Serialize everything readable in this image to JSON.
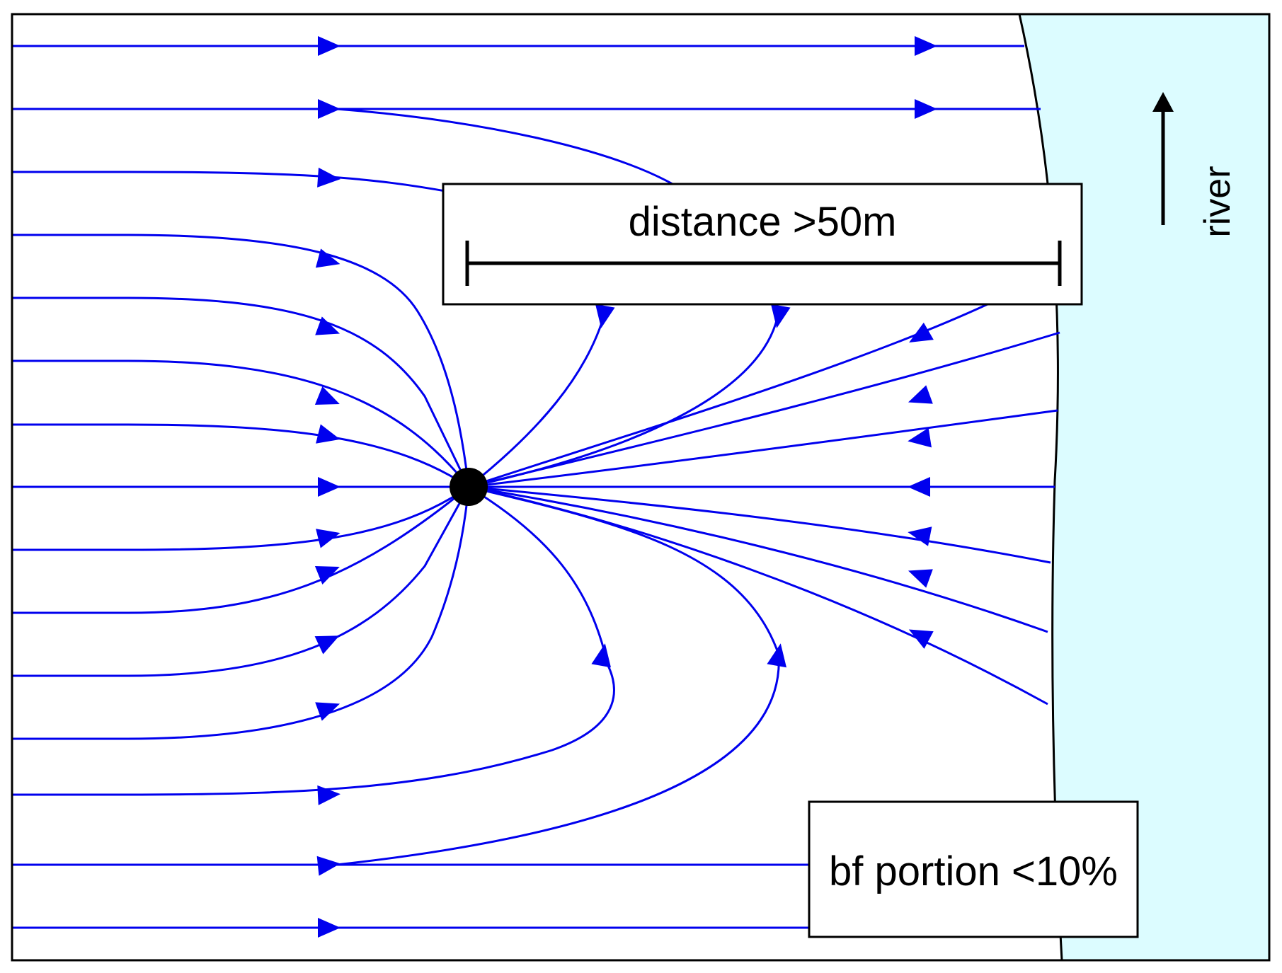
{
  "diagram": {
    "distance_label": "distance >50m",
    "bf_label": "bf portion <10%",
    "river_label": "river"
  },
  "colors": {
    "flow_line": "#0000ee",
    "river_fill": "#dcfcff",
    "outline": "#000000",
    "well": "#000000",
    "background": "#ffffff"
  },
  "icons": {
    "well": "filled-circle",
    "flow_direction": "triangle-arrowhead",
    "river_direction": "arrow-up"
  }
}
